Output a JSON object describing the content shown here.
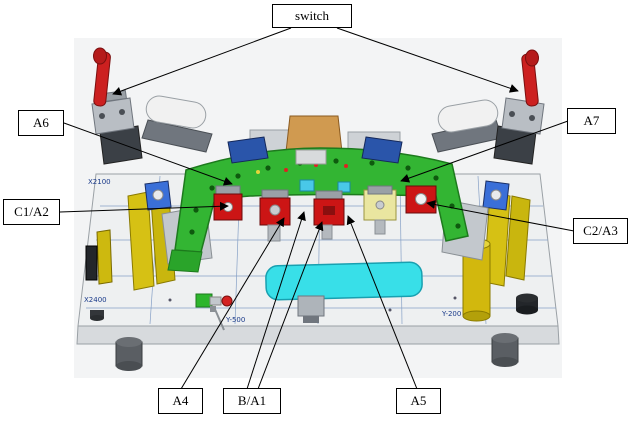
{
  "labels": {
    "switch": "switch",
    "a6": "A6",
    "a7": "A7",
    "c1_a2": "C1/A2",
    "c2_a3": "C2/A3",
    "a4": "A4",
    "b_a1": "B/A1",
    "a5": "A5"
  },
  "plate_markings": {
    "x2100": "X2100",
    "x2400": "X2400",
    "y_500": "Y-500",
    "y_200": "Y-200"
  },
  "colors": {
    "rail_green": "#33b533",
    "clamp_red": "#cc1515",
    "post_yellow": "#d6c114",
    "plate_cyan": "#38dfe8",
    "handle_red": "#cc2020",
    "grid_blue": "#86a0c6"
  }
}
